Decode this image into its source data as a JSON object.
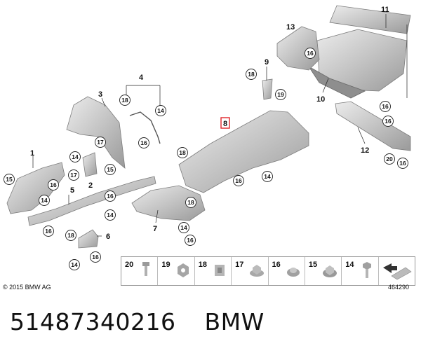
{
  "diagram": {
    "part_labels": [
      "1",
      "2",
      "3",
      "4",
      "5",
      "6",
      "7",
      "8",
      "9",
      "10",
      "11",
      "12",
      "13"
    ],
    "callouts": [
      "14",
      "15",
      "16",
      "17",
      "18",
      "19",
      "20"
    ],
    "highlighted_part": "8"
  },
  "legend": {
    "items": [
      {
        "number": "20",
        "icon": "screw-icon"
      },
      {
        "number": "19",
        "icon": "hex-nut-icon"
      },
      {
        "number": "18",
        "icon": "clip-nut-icon"
      },
      {
        "number": "17",
        "icon": "flange-nut-icon"
      },
      {
        "number": "16",
        "icon": "collar-nut-icon"
      },
      {
        "number": "15",
        "icon": "washer-nut-icon"
      },
      {
        "number": "14",
        "icon": "hex-bolt-icon"
      },
      {
        "number": "",
        "icon": "pad-arrow-icon"
      }
    ]
  },
  "footer": {
    "copyright": "© 2015 BMW AG",
    "diagram_id": "464290"
  },
  "caption": {
    "part_number": "51487340216",
    "brand": "BMW"
  },
  "colors": {
    "highlight": "#e0262a",
    "metal_light": "#e4e4e4",
    "metal_dark": "#9c9c9c"
  }
}
